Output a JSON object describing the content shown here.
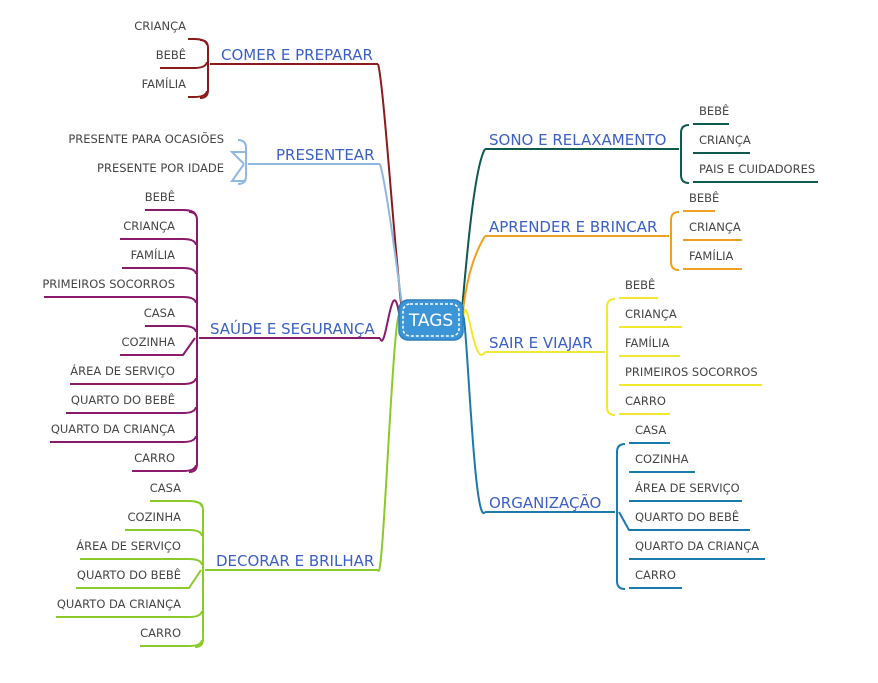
{
  "center": {
    "label": "TAGS",
    "color": "#3b95d6"
  },
  "branches": [
    {
      "label": "COMER E PREPARAR",
      "color": "#8b1a1a",
      "side": "left",
      "items": [
        "CRIANÇA",
        "BEBÊ",
        "FAMÍLIA"
      ]
    },
    {
      "label": "PRESENTEAR",
      "color": "#8fb8e0",
      "side": "left",
      "items": [
        "PRESENTE PARA OCASIÕES",
        "PRESENTE POR IDADE"
      ]
    },
    {
      "label": "SAÚDE E SEGURANÇA",
      "color": "#8b1a6b",
      "side": "left",
      "items": [
        "BEBÊ",
        "CRIANÇA",
        "FAMÍLIA",
        "PRIMEIROS SOCORROS",
        "CASA",
        "COZINHA",
        "ÁREA DE SERVIÇO",
        "QUARTO DO BEBÊ",
        "QUARTO DA CRIANÇA",
        "CARRO"
      ]
    },
    {
      "label": "DECORAR E BRILHAR",
      "color": "#8acb2a",
      "side": "left",
      "items": [
        "CASA",
        "COZINHA",
        "ÁREA DE SERVIÇO",
        "QUARTO DO BEBÊ",
        "QUARTO DA CRIANÇA",
        "CARRO"
      ]
    },
    {
      "label": "SONO E RELAXAMENTO",
      "color": "#0e5a4e",
      "side": "right",
      "items": [
        "BEBÊ",
        "CRIANÇA",
        "PAIS E CUIDADORES"
      ]
    },
    {
      "label": "APRENDER E BRINCAR",
      "color": "#f0a020",
      "side": "right",
      "items": [
        "BEBÊ",
        "CRIANÇA",
        "FAMÍLIA"
      ]
    },
    {
      "label": "SAIR E VIAJAR",
      "color": "#f2e830",
      "side": "right",
      "items": [
        "BEBÊ",
        "CRIANÇA",
        "FAMÍLIA",
        "PRIMEIROS SOCORROS",
        "CARRO"
      ]
    },
    {
      "label": "ORGANIZAÇÃO",
      "color": "#1a7aab",
      "side": "right",
      "items": [
        "CASA",
        "COZINHA",
        "ÁREA DE SERVIÇO",
        "QUARTO DO BEBÊ",
        "QUARTO DA CRIANÇA",
        "CARRO"
      ]
    }
  ]
}
